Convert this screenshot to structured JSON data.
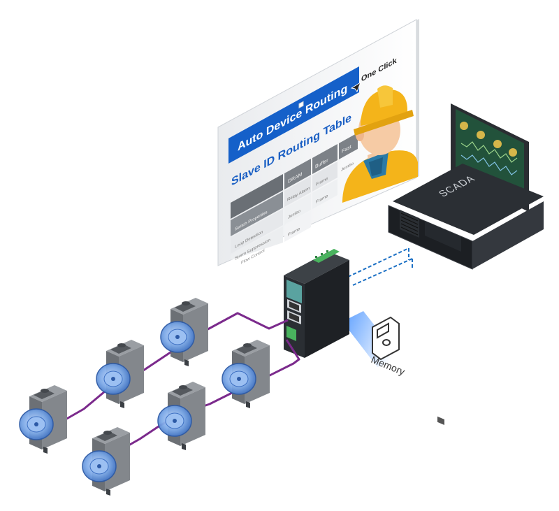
{
  "panel": {
    "button_label": "Auto Device Routing",
    "one_click": "One Click",
    "table_title": "Slave ID Routing Table",
    "header_cells": [
      "",
      "DRAM",
      "Buffer",
      "Fast"
    ],
    "rows": [
      [
        "Switch Properties",
        "Relay Alarm",
        "Frame",
        "Jumbo"
      ],
      [
        "Loop Detection",
        "Jumbo",
        "Frame",
        ""
      ],
      [
        "Storm Suppression",
        "Frame",
        "",
        ""
      ],
      [
        "Flow Control",
        "",
        "",
        ""
      ]
    ]
  },
  "server": {
    "label": "SCADA"
  },
  "memory": {
    "label": "Memory"
  },
  "colors": {
    "button_blue": "#1560c9",
    "title_blue": "#1a5fc4",
    "cable_purple": "#7b2a8c",
    "link_blue": "#1a6fc4",
    "hardhat_yellow": "#f4b41a",
    "meter_blue": "#7aa7e6"
  },
  "icons": [
    "cursor-icon",
    "floppy-disk-icon",
    "worker-avatar-icon"
  ]
}
